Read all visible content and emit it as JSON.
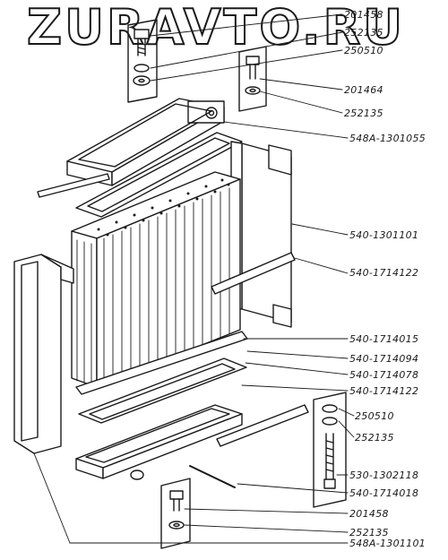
{
  "watermark": "ZURAVTO.RU",
  "part_labels": [
    "201458",
    "252135",
    "250510",
    "201464",
    "252135",
    "548A-1301055",
    "540-1301101",
    "540-1714122",
    "540-1714015",
    "540-1714094",
    "540-1714078",
    "540-1714122",
    "250510",
    "252135",
    "530-1302118",
    "540-1714018",
    "201458",
    "252135",
    "548A-1301101"
  ]
}
